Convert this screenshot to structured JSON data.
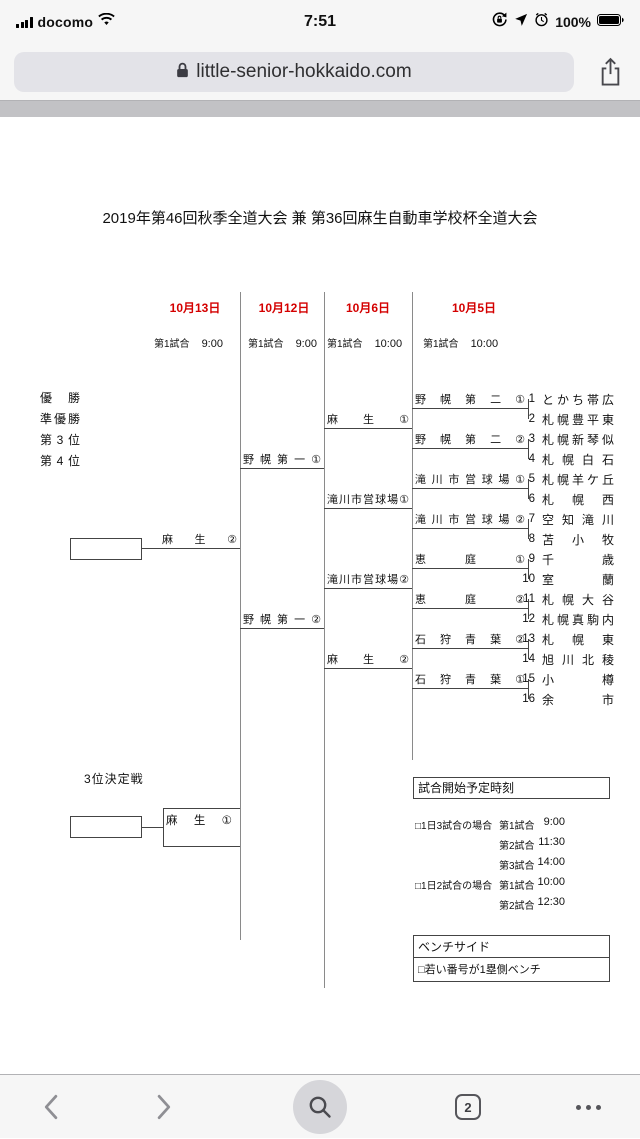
{
  "status_bar": {
    "carrier": "docomo",
    "time": "7:51",
    "battery_percent": "100%"
  },
  "browser": {
    "url": "little-senior-hokkaido.com",
    "tab_count": "2"
  },
  "tournament": {
    "title": "2019年第46回秋季全道大会 兼 第36回麻生自動車学校杯全道大会",
    "columns": [
      {
        "date": "10月13日",
        "game": "第1試合",
        "time": "9:00"
      },
      {
        "date": "10月12日",
        "game": "第1試合",
        "time": "9:00"
      },
      {
        "date": "10月6日",
        "game": "第1試合",
        "time": "10:00"
      },
      {
        "date": "10月5日",
        "game": "第1試合",
        "time": "10:00"
      }
    ],
    "placements": [
      "優勝",
      "準優勝",
      "第3位",
      "第4位"
    ],
    "teams": [
      {
        "no": "1",
        "name": "とかち帯広"
      },
      {
        "no": "2",
        "name": "札幌豊平東"
      },
      {
        "no": "3",
        "name": "札幌新琴似"
      },
      {
        "no": "4",
        "name": "札幌白石"
      },
      {
        "no": "5",
        "name": "札幌羊ケ丘"
      },
      {
        "no": "6",
        "name": "札幌西"
      },
      {
        "no": "7",
        "name": "空知滝川"
      },
      {
        "no": "8",
        "name": "苫小牧"
      },
      {
        "no": "9",
        "name": "千歳"
      },
      {
        "no": "10",
        "name": "室蘭"
      },
      {
        "no": "11",
        "name": "札幌大谷"
      },
      {
        "no": "12",
        "name": "札幌真駒内"
      },
      {
        "no": "13",
        "name": "札幌東"
      },
      {
        "no": "14",
        "name": "旭川北稜"
      },
      {
        "no": "15",
        "name": "小樽"
      },
      {
        "no": "16",
        "name": "余市"
      }
    ],
    "round1": [
      "野幌第二①",
      "野幌第二②",
      "滝川市営球場①",
      "滝川市営球場②",
      "恵庭①",
      "恵庭②",
      "石狩青葉②",
      "石狩青葉①"
    ],
    "quarterfinals": [
      "麻生①",
      "滝川市営球場①",
      "滝川市営球場②",
      "麻生②"
    ],
    "semifinals": [
      "野幌第一①",
      "野幌第一②"
    ],
    "final_venue": "麻生②",
    "third_place": {
      "label": "3位決定戦",
      "venue": "麻生①"
    },
    "schedule": {
      "header": "試合開始予定時刻",
      "rows": [
        {
          "cond": "□1日3試合の場合",
          "game": "第1試合",
          "time": "9:00"
        },
        {
          "cond": "",
          "game": "第2試合",
          "time": "11:30"
        },
        {
          "cond": "",
          "game": "第3試合",
          "time": "14:00"
        },
        {
          "cond": "□1日2試合の場合",
          "game": "第1試合",
          "time": "10:00"
        },
        {
          "cond": "",
          "game": "第2試合",
          "time": "12:30"
        }
      ]
    },
    "bench": {
      "header": "ベンチサイド",
      "note": "□若い番号が1塁側ベンチ"
    }
  }
}
